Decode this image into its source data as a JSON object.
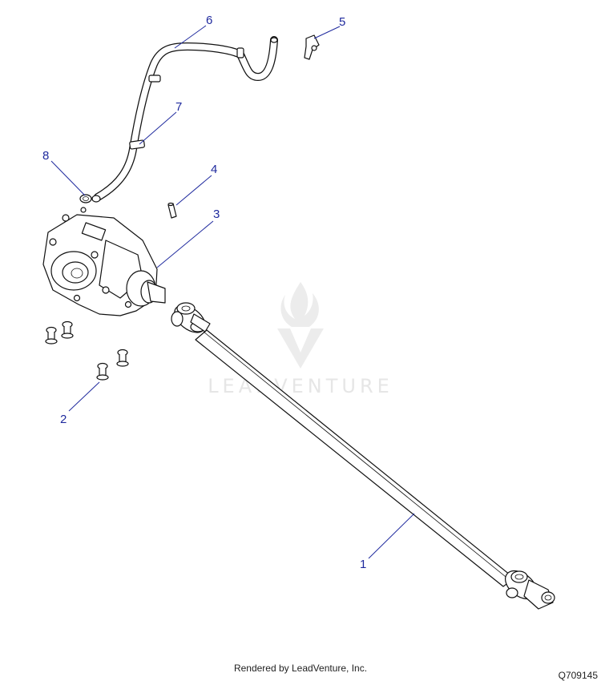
{
  "callouts": [
    {
      "num": "1",
      "part": "prop-shaft"
    },
    {
      "num": "2",
      "part": "bolt"
    },
    {
      "num": "3",
      "part": "gearcase"
    },
    {
      "num": "4",
      "part": "pin"
    },
    {
      "num": "5",
      "part": "vent-fitting"
    },
    {
      "num": "6",
      "part": "vent-hose"
    },
    {
      "num": "7",
      "part": "hose-clip"
    },
    {
      "num": "8",
      "part": "hose-clamp"
    }
  ],
  "watermark": {
    "brand": "LEADVENTURE"
  },
  "footer": {
    "credit": "Rendered by LeadVenture, Inc.",
    "code": "Q709145"
  },
  "colors": {
    "callout": "#1f2a9e",
    "line": "#111111",
    "watermark": "#e6e6e6"
  }
}
